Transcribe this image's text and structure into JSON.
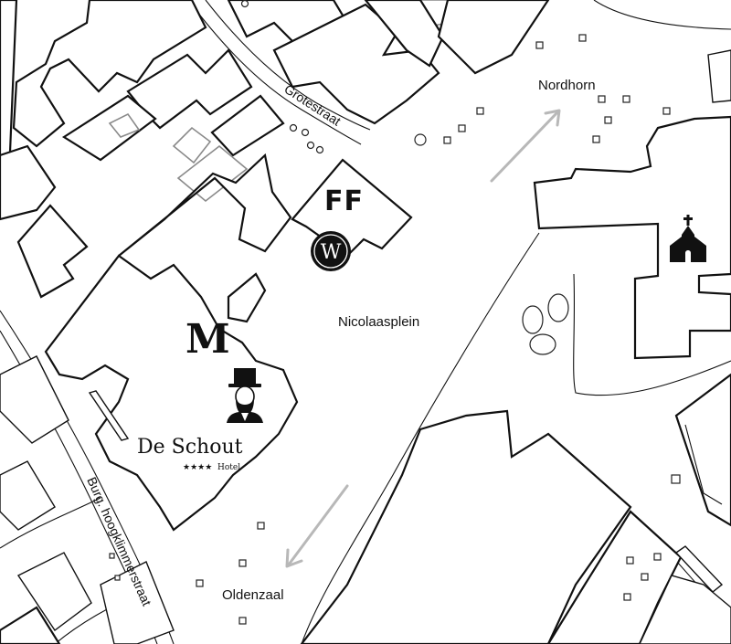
{
  "streets": {
    "grotestraat": "Grotestraat",
    "burg_hoogklimmerstraat": "Burg. hoogklimmerstraat"
  },
  "places": {
    "square": "Nicolaasplein",
    "direction_north": "Nordhorn",
    "direction_south": "Oldenzaal"
  },
  "markers": {
    "ff": "FF",
    "m": "M",
    "w": "W"
  },
  "hotel": {
    "name": "De Schout",
    "stars": "★★★★",
    "type": "Hotel"
  },
  "icons": {
    "church": "church-icon",
    "hotel_mascot": "man-with-top-hat-icon",
    "w_badge": "w-circle-icon"
  },
  "colors": {
    "lines": "#111111",
    "background": "#ffffff",
    "direction_arrows": "#b8b8b8"
  }
}
